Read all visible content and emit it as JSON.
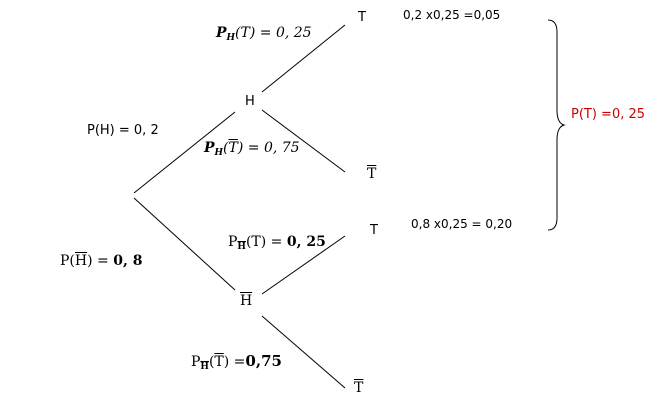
{
  "nodes": {
    "H": "H",
    "H_bar": "H",
    "T_top": "T",
    "T_bar_top": "T",
    "T_mid": "T",
    "T_bar_bottom": "T"
  },
  "branches": {
    "p_H": "P(H) = 0, 2",
    "p_Hbar_prefix": "P(",
    "p_Hbar_event": "H",
    "p_Hbar_suffix": ") = ",
    "p_Hbar_value": "0, 8",
    "pH_T_P": "P",
    "pH_T_sub": "H",
    "pH_T_rest": "(T) = 0, 25",
    "pH_Tbar_P": "P",
    "pH_Tbar_sub": "H",
    "pH_Tbar_open": "(",
    "pH_Tbar_event": "T",
    "pH_Tbar_rest": ") = 0, 75",
    "pHbar_T_P": "P",
    "pHbar_T_sub": "H",
    "pHbar_T_rest": "(T) = ",
    "pHbar_T_value": "0, 25",
    "pHbar_Tbar_P": "P",
    "pHbar_Tbar_sub": "H",
    "pHbar_Tbar_open": "(",
    "pHbar_Tbar_event": "T",
    "pHbar_Tbar_rest": ") =",
    "pHbar_Tbar_value": "0,75"
  },
  "products": {
    "top": "0,2 x0,25 =0,05",
    "bottom": "0,8 x0,25 = 0,20"
  },
  "total": {
    "text": "P(T) =0, 25",
    "color": "#cc0000"
  }
}
